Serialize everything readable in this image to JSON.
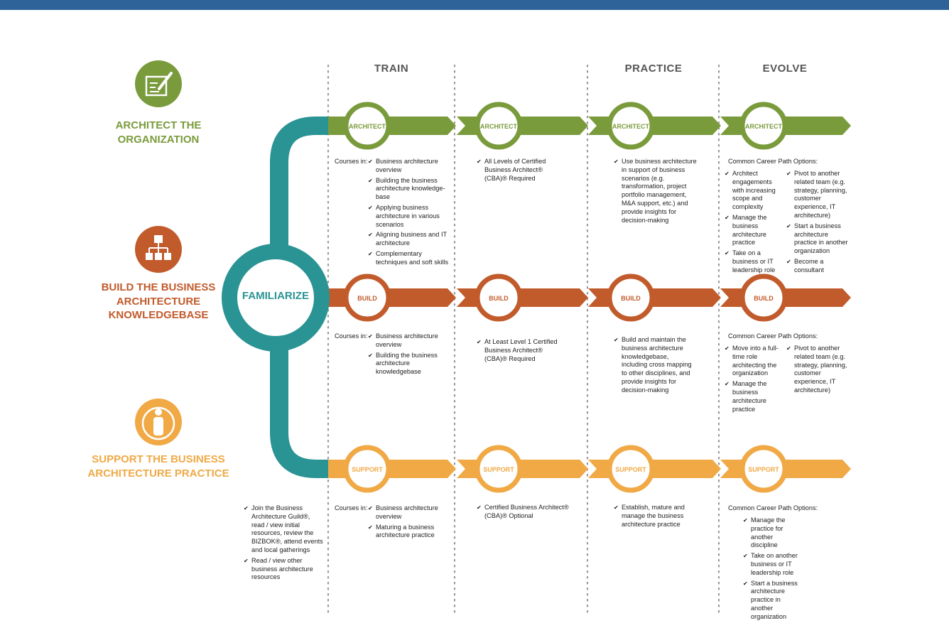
{
  "colors": {
    "top_bar": "#2e6399",
    "architect": "#7a9b3c",
    "build": "#c25b2c",
    "support": "#f0a945",
    "familiarize": "#2a9393",
    "header_text": "#555555",
    "divider": "#999999"
  },
  "stage_headers": {
    "train": "TRAIN",
    "practice": "PRACTICE",
    "evolve": "EVOLVE"
  },
  "roles": {
    "architect": {
      "line1": "ARCHITECT THE",
      "line2": "ORGANIZATION",
      "icon": "pencil-document-icon"
    },
    "build": {
      "line1": "BUILD THE BUSINESS",
      "line2": "ARCHITECTURE",
      "line3": "KNOWLEDGEBASE",
      "icon": "org-chart-icon"
    },
    "support": {
      "line1": "SUPPORT THE BUSINESS",
      "line2": "ARCHITECTURE PRACTICE",
      "icon": "person-target-icon"
    }
  },
  "familiarize": {
    "label": "FAMILIARIZE",
    "items": [
      "Join the Business Architecture Guild®, read / view initial resources, review the BIZBOK®, attend events and local gatherings",
      "Read / view other business architecture resources"
    ]
  },
  "circle_labels": {
    "architect": "ARCHITECT",
    "build": "BUILD",
    "support": "SUPPORT"
  },
  "courses_label": "Courses in:",
  "career_label": "Common Career Path Options:",
  "architect_row": {
    "train_items": [
      "Business architecture overview",
      "Building the business architecture knowledge-base",
      "Applying business architecture in various scenarios",
      "Aligning business and IT architecture",
      "Complementary techniques and soft skills"
    ],
    "cert_items": [
      "All Levels of Certified Business Architect® (CBA)® Required"
    ],
    "practice_items": [
      "Use business architecture in support of business scenarios (e.g. transformation, project portfolio management, M&A support, etc.) and provide insights for decision-making"
    ],
    "evolve_left": [
      "Architect engagements with increasing scope and complexity",
      "Manage the business architecture practice",
      "Take on a business or IT leadership role"
    ],
    "evolve_right": [
      "Pivot to another related team (e.g. strategy, planning, customer experience, IT architecture)",
      "Start a business architecture practice in another organization",
      "Become a consultant"
    ]
  },
  "build_row": {
    "train_items": [
      "Business architecture overview",
      "Building the business architecture knowledgebase"
    ],
    "cert_items": [
      "At Least Level 1 Certified Business Architect® (CBA)® Required"
    ],
    "practice_items": [
      "Build and maintain the business architecture knowledgebase, including cross mapping to other disciplines, and provide insights for decision-making"
    ],
    "evolve_left": [
      "Move into a full-time role architecting the organization",
      "Manage the business architecture practice"
    ],
    "evolve_right": [
      "Pivot to another related team (e.g. strategy, planning, customer experience, IT architecture)"
    ]
  },
  "support_row": {
    "train_items": [
      "Business architecture overview",
      "Maturing a business architecture practice"
    ],
    "cert_items": [
      "Certified Business Architect® (CBA)® Optional"
    ],
    "practice_items": [
      "Establish, mature and manage the business architecture practice"
    ],
    "evolve_items": [
      "Manage the practice for another discipline",
      "Take on another business or IT leadership role",
      "Start a business architecture practice in another organization"
    ]
  }
}
